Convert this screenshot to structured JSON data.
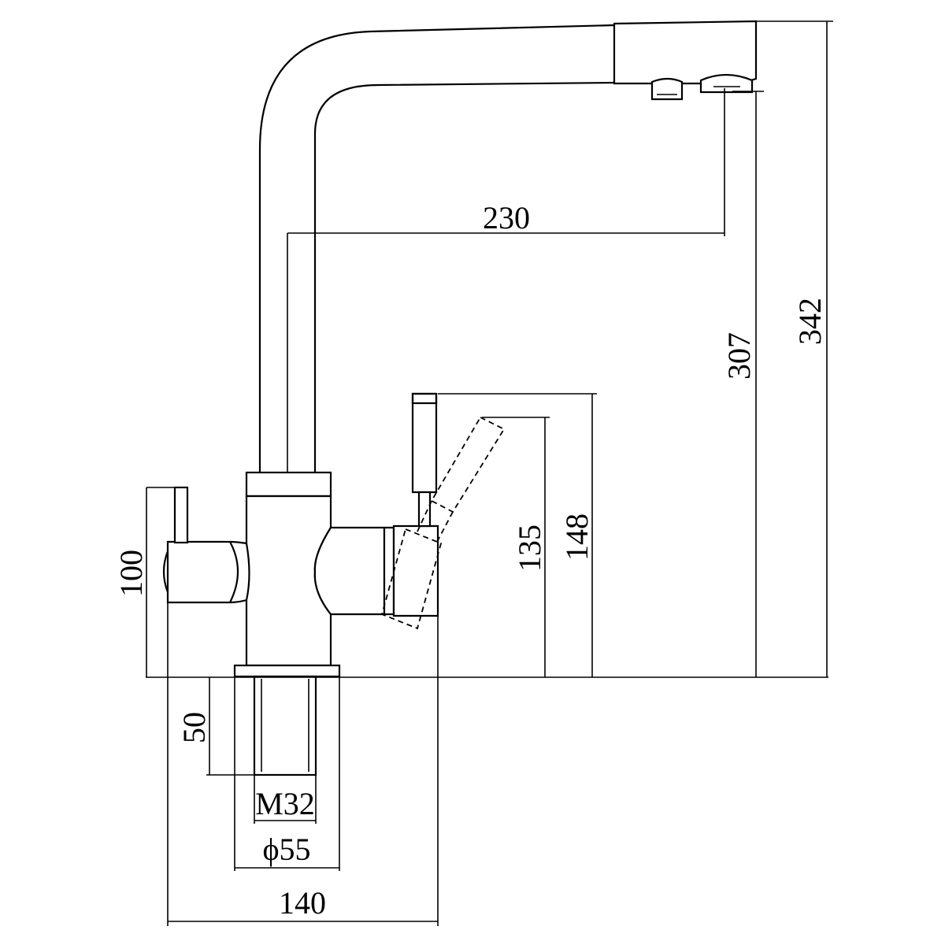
{
  "dimensions": {
    "spout_reach": "230",
    "spout_outlet_height": "307",
    "total_height": "342",
    "lever_height_tilted": "135",
    "lever_height_upright": "148",
    "left_handle_height": "100",
    "shank_length": "50",
    "thread_size": "M32",
    "base_diameter_symbol": "ϕ",
    "base_diameter": "55",
    "overall_width": "140"
  },
  "colors": {
    "line": "#000000",
    "background": "#ffffff"
  }
}
